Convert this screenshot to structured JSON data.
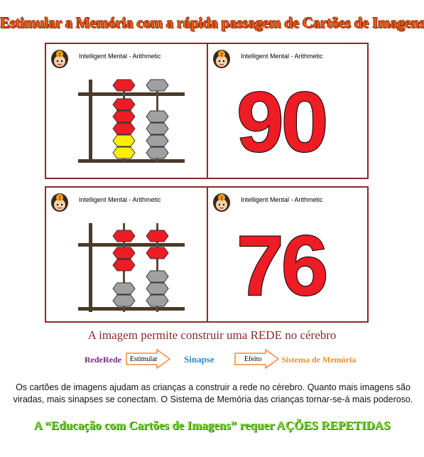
{
  "header": {
    "title": "Estimular a Memória com a rápida passagem de Cartões de Imagens"
  },
  "cards": [
    {
      "brand": "Intelligent Mental - Arithmetic",
      "type": "abacus"
    },
    {
      "brand": "Intelligent Mental - Arithmetic",
      "type": "number",
      "number": "90"
    },
    {
      "brand": "Intelligent Mental - Arithmetic",
      "type": "abacus"
    },
    {
      "brand": "Intelligent Mental - Arithmetic",
      "type": "number",
      "number": "76"
    }
  ],
  "subtitle": "A imagem permite construir uma REDE no cérebro",
  "flow": {
    "step1": "RedeRede",
    "arrow1": "Estimular",
    "step2": "Sinapse",
    "arrow2": "Efeito",
    "step3": "Sistema de Memória"
  },
  "paragraph": "Os cartões de imagens ajudam as crianças a construir a rede no cérebro. Quanto mais imagens são viradas, mais sinapses se conectam. O Sistema de Memória das crianças tornar-se-á mais poderoso.",
  "slogan": "A “Educação com Cartões de Imagens” requer AÇÕES REPETIDAS",
  "colors": {
    "frame": "#8b2a2a",
    "bead_active": "#ee1c24",
    "bead_five": "#ffee00",
    "bead_idle": "#a0a0a0",
    "numeral": "#ee1c24",
    "title": "#f05a1a",
    "slogan": "#6fd52a"
  }
}
